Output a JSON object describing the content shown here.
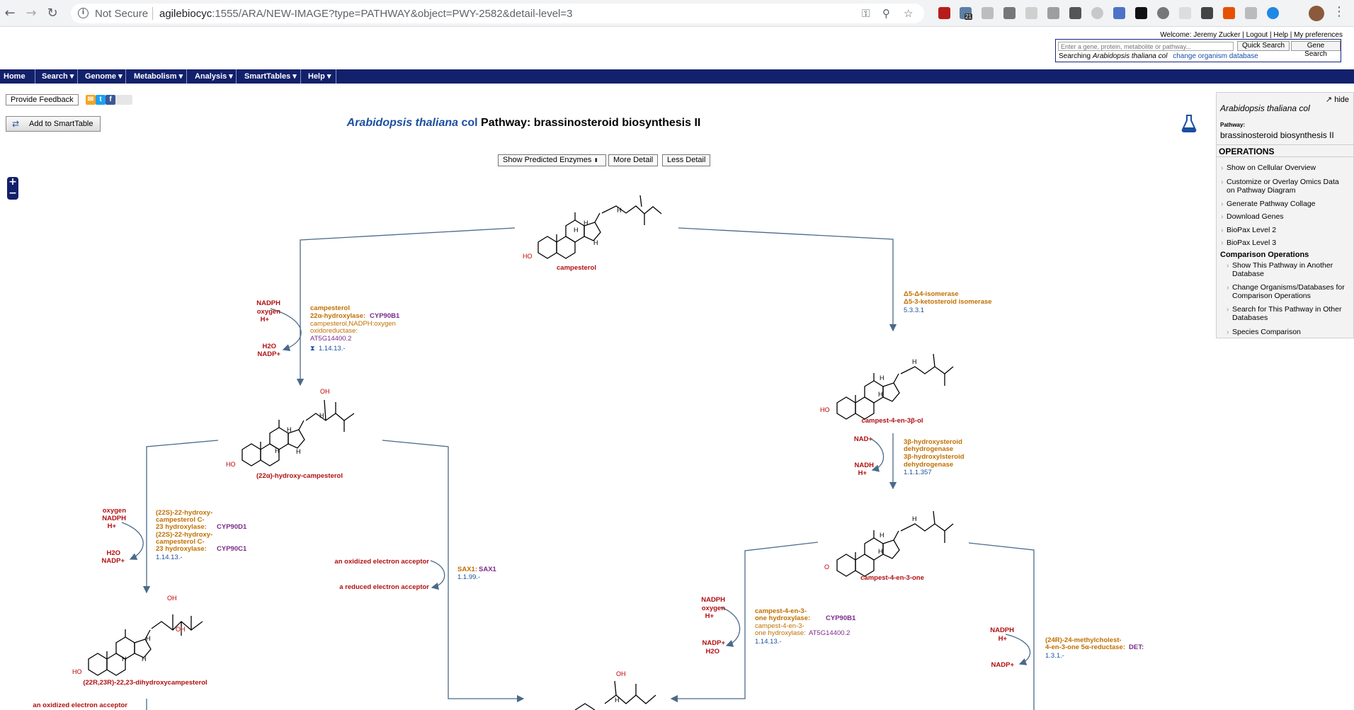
{
  "browser": {
    "security": "Not Secure",
    "url_host": "agilebiocyc",
    "url_path": ":1555/ARA/NEW-IMAGE?type=PATHWAY&object=PWY-2582&detail-level=3",
    "ext_badge": "21"
  },
  "header": {
    "welcome": "Welcome: Jeremy Zucker",
    "logout": "Logout",
    "help": "Help",
    "prefs": "My preferences",
    "search_placeholder": "Enter a gene, protein, metabolite or pathway...",
    "quick_search": "Quick Search",
    "gene_search": "Gene Search",
    "searching_prefix": "Searching",
    "searching_org": "Arabidopsis thaliana col",
    "change_db": "change organism database"
  },
  "menu": [
    "Home",
    "Search ▾",
    "Genome ▾",
    "Metabolism ▾",
    "Analysis ▾",
    "SmartTables ▾",
    "Help ▾"
  ],
  "toolbar": {
    "feedback": "Provide Feedback",
    "add_smarttable": "Add to SmartTable",
    "show_predicted": "Show Predicted Enzymes",
    "more_detail": "More Detail",
    "less_detail": "Less Detail"
  },
  "title": {
    "org": "Arabidopsis thaliana",
    "strain": "col",
    "rest": "Pathway: brassinosteroid biosynthesis II"
  },
  "sidebar": {
    "hide": "hide",
    "org": "Arabidopsis thaliana col",
    "pathway_label": "Pathway:",
    "pathway": "brassinosteroid biosynthesis II",
    "ops_header": "OPERATIONS",
    "ops": [
      "Show on Cellular Overview",
      "Customize or Overlay Omics Data",
      "on Pathway Diagram",
      "Generate Pathway Collage",
      "Download Genes",
      "BioPax Level 2",
      "BioPax Level 3"
    ],
    "comparison_header": "Comparison Operations",
    "comparison": [
      "Show This Pathway in Another",
      "Database",
      "Change Organisms/Databases for",
      "Comparison Operations",
      "Search for This Pathway in Other",
      "Databases",
      "Species Comparison"
    ]
  },
  "pathway": {
    "campesterol": "campesterol",
    "hydroxy22": "(22α)-hydroxy-campesterol",
    "dihydroxy": "(22R,23R)-22,23-dihydroxycampesterol",
    "en3bol": "campest-4-en-3β-ol",
    "en3one": "campest-4-en-3-one",
    "r1": {
      "cof_in": [
        "NADPH",
        "oxygen",
        "H+"
      ],
      "cof_out": [
        "H2O",
        "NADP+"
      ],
      "enz1": "campesterol",
      "enz2": "22α-hydroxylase:",
      "gene": "CYP90B1",
      "enz3": "campesterol,NADPH:oxygen",
      "enz4": "oxidoreductase:",
      "gene2": "AT5G14400.2",
      "ec": "1.14.13.-"
    },
    "r2": {
      "enz1": "Δ5-Δ4-isomerase",
      "enz2": "Δ5-3-ketosteroid isomerase",
      "ec": "5.3.3.1"
    },
    "r3": {
      "cof_in": [
        "NAD+"
      ],
      "cof_out": [
        "NADH",
        "H+"
      ],
      "enz1": "3β-hydroxysteroid",
      "enz2": "dehydrogenase",
      "enz3": "3β-hydroxylsteroid",
      "enz4": "dehydrogenase",
      "ec": "1.1.1.357"
    },
    "r4": {
      "cof_in": [
        "oxygen",
        "NADPH",
        "H+"
      ],
      "cof_out": [
        "H2O",
        "NADP+"
      ],
      "enz1": "(22S)-22-hydroxy-",
      "enz2": "campesterol C-",
      "enz3": "23 hydroxylase:",
      "gene_a": "CYP90D1",
      "enz4": "(22S)-22-hydroxy-",
      "enz5": "campesterol C-",
      "enz6": "23 hydroxylase:",
      "gene_b": "CYP90C1",
      "ec": "1.14.13.-"
    },
    "r5": {
      "cof_in": "an oxidized electron acceptor",
      "cof_out": "a reduced electron acceptor",
      "enz": "SAX1:",
      "gene": "SAX1",
      "ec": "1.1.99.-"
    },
    "r6": {
      "cof_in": [
        "NADPH",
        "oxygen",
        "H+"
      ],
      "cof_out": [
        "NADP+",
        "H2O"
      ],
      "enz1": "campest-4-en-3-",
      "enz2": "one hydroxylase:",
      "gene": "CYP90B1",
      "enz3": "campest-4-en-3-",
      "enz4": "one hydroxylase:",
      "gene2": "AT5G14400.2",
      "ec": "1.14.13.-"
    },
    "r7": {
      "cof_in": [
        "NADPH",
        "H+"
      ],
      "cof_out": [
        "NADP+"
      ],
      "enz1": "(24R)-24-methylcholest-",
      "enz2": "4-en-3-one 5α-reductase:",
      "gene": "DET:",
      "ec": "1.3.1.-"
    },
    "bottom_oxidized": "an oxidized electron acceptor"
  },
  "colors": {
    "menubar": "#13206b",
    "metabolite": "#b01010",
    "enzyme": "#c07000",
    "gene": "#7a2b8a",
    "ec": "#1a4fa0",
    "arrow": "#4a6a8a"
  }
}
